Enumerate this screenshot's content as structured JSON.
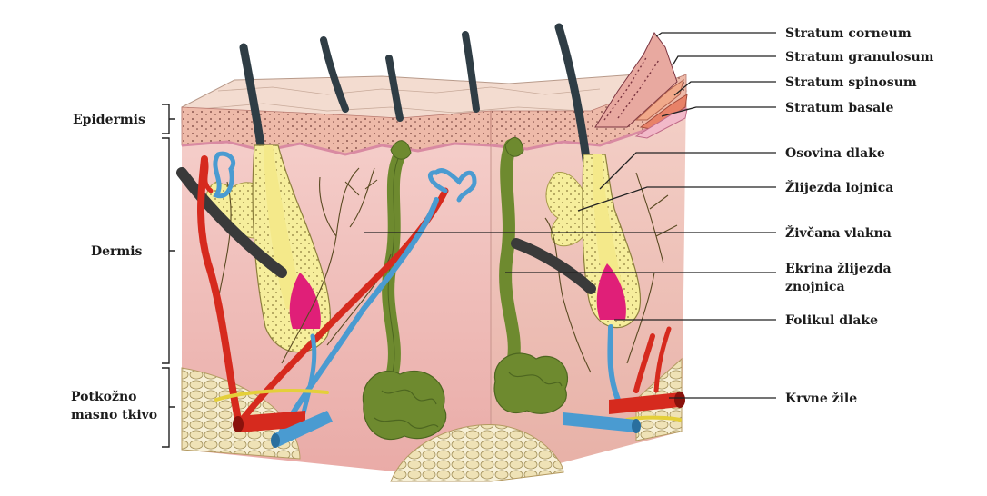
{
  "left_labels": {
    "epidermis": "Epidermis",
    "dermis": "Dermis",
    "hypodermis_line1": "Potkožno",
    "hypodermis_line2": "masno tkivo"
  },
  "right_labels": {
    "stratum_corneum": "Stratum corneum",
    "stratum_granulosum": "Stratum granulosum",
    "stratum_spinosum": "Stratum spinosum",
    "stratum_basale": "Stratum basale",
    "hair_shaft": "Osovina dlake",
    "sebaceous_gland": "Žlijezda lojnica",
    "nerve_fibers": "Živčana vlakna",
    "sweat_gland_line1": "Ekrina žlijezda",
    "sweat_gland_line2": "znojnica",
    "hair_follicle": "Folikul dlake",
    "blood_vessels": "Krvne žile"
  },
  "colors": {
    "dermis": "#f1c6c3",
    "epidermis": "#f0b9b0",
    "hair": "#2f3d45",
    "artery": "#d62a1e",
    "vein": "#4a9bd1",
    "sweat_gland": "#6e8a2f",
    "fat": "#efe4c0",
    "sebaceous": "#f6ef9e",
    "papilla": "#e01f78"
  }
}
